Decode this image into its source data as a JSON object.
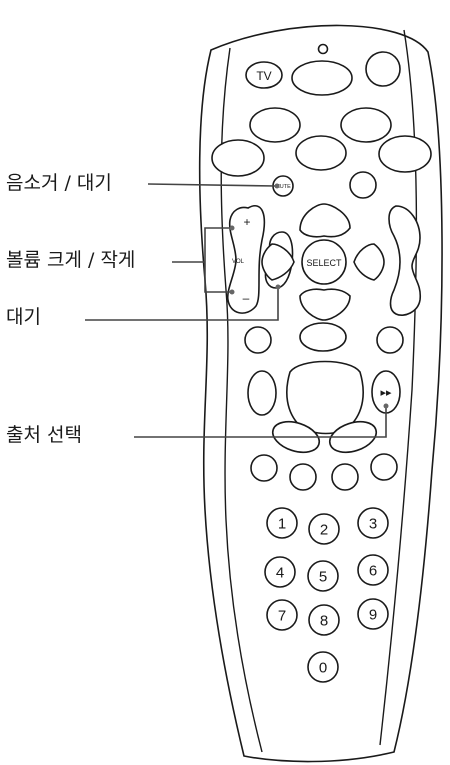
{
  "callouts": {
    "mute_standby": "음소거 / 대기",
    "volume": "볼륨 크게 / 작게",
    "standby": "대기",
    "source_select": "출처 선택"
  },
  "remote": {
    "tv_label": "TV",
    "mute_label": "MUTE",
    "vol_label": "VOL",
    "vol_plus": "+",
    "vol_minus": "–",
    "select_label": "SELECT",
    "ff_glyph": "▸▸",
    "digits": [
      "1",
      "2",
      "3",
      "4",
      "5",
      "6",
      "7",
      "8",
      "9",
      "0"
    ]
  },
  "colors": {
    "line": "#1a1a1a",
    "leader": "#444444",
    "background": "#ffffff"
  }
}
